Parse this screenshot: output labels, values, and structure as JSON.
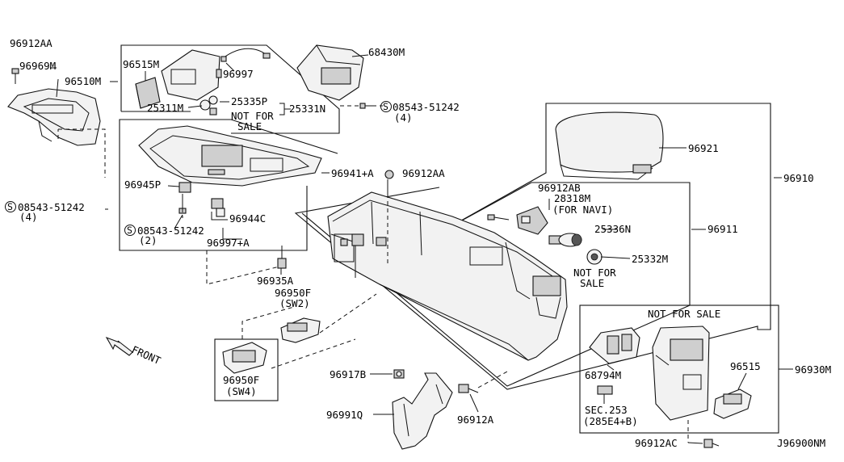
{
  "labels": {
    "p96912AA_top": "96912AA",
    "p96969M": "96969M",
    "p96510M": "96510M",
    "p96515M": "96515M",
    "p96997": "96997",
    "p25311M": "25311M",
    "p25335P": "25335P",
    "p25331N": "25331N",
    "nfs1_line1": "NOT FOR",
    "nfs1_line2": "SALE",
    "p68430M": "68430M",
    "s08543_right": "08543-51242",
    "s08543_right_qty": "(4)",
    "p96921": "96921",
    "p96910": "96910",
    "p96941A": "96941+A",
    "p96912AA_mid": "96912AA",
    "p96945P": "96945P",
    "s08543_left": "08543-51242",
    "s08543_left_qty": "(4)",
    "s08543_2": "08543-51242",
    "s08543_2_qty": "(2)",
    "p96944C": "96944C",
    "p96997A": "96997+A",
    "p96912AB": "96912AB",
    "p28318M": "28318M",
    "for_navi": "(FOR NAVI)",
    "p96911": "96911",
    "p25336N": "25336N",
    "p25332M": "25332M",
    "nfs2_line1": "NOT FOR",
    "nfs2_line2": "SALE",
    "p96935A": "96935A",
    "p96950F_sw2": "96950F",
    "sw2": "(SW2)",
    "front": "FRONT",
    "p96950F_sw4": "96950F",
    "sw4": "(SW4)",
    "p96917B": "96917B",
    "p96991Q": "96991Q",
    "p96912A": "96912A",
    "nfs3": "NOT FOR SALE",
    "p68794M": "68794M",
    "p96515": "96515",
    "p96930M": "96930M",
    "sec253": "SEC.253",
    "sec253_ref": "(285E4+B)",
    "p96912AC": "96912AC",
    "diagram_code": "J96900NM"
  },
  "screw_symbol": "S",
  "icons": [
    "front-arrow-icon",
    "screw-icon",
    "clip-icon"
  ]
}
